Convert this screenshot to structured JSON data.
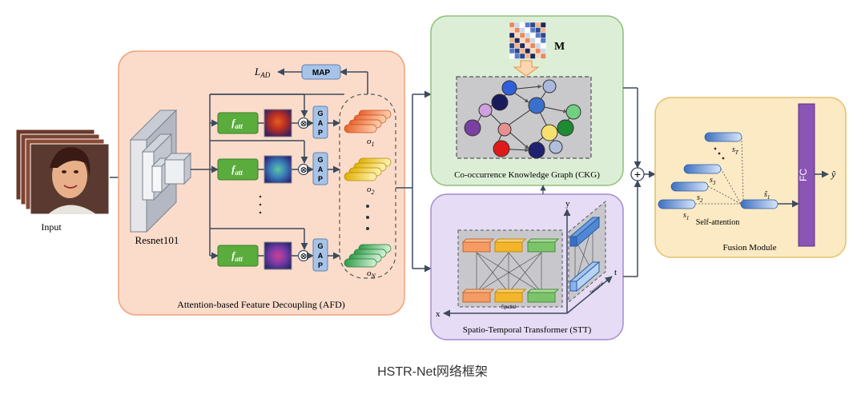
{
  "caption": "HSTR-Net网络框架",
  "input": {
    "label": "Input"
  },
  "backbone": {
    "label": "Resnet101"
  },
  "afd": {
    "title": "Attention-based Feature Decoupling (AFD)",
    "loss_label_main": "L",
    "loss_label_sub": "AD",
    "map_label": "MAP",
    "fatt_main": "f",
    "fatt_sub": "att",
    "gap_label": [
      "G",
      "A",
      "P"
    ],
    "otimes": "⊗",
    "o_labels": [
      {
        "main": "o",
        "sub": "1"
      },
      {
        "main": "o",
        "sub": "2"
      },
      {
        "main": "o",
        "sub": "N"
      }
    ]
  },
  "ckg": {
    "title": "Co-occurrence Knowledge Graph (CKG)",
    "matrix_label": "M"
  },
  "stt": {
    "title": "Spatio-Temporal Transformer (STT)",
    "spatial_label": "Spatial",
    "temporal_label": "Temporal",
    "axis_x": "x",
    "axis_y": "y",
    "axis_t": "t"
  },
  "fusion": {
    "title": "Fusion Module",
    "fc_label": "FC",
    "self_attention_label": "Self-attention",
    "output_label": "ŷ",
    "s_labels": [
      {
        "main": "s",
        "sub": "1"
      },
      {
        "main": "s",
        "sub": "2"
      },
      {
        "main": "s",
        "sub": "3"
      },
      {
        "main": "s",
        "sub": "T"
      }
    ],
    "s_tilde": {
      "main": "s̃",
      "sub": "1"
    },
    "plus": "+"
  },
  "colors": {
    "afd_bg": "#fbdccb",
    "afd_border": "#f0a27a",
    "ckg_bg": "#dcefd6",
    "ckg_border": "#8fbf7a",
    "stt_bg": "#e6dcf5",
    "stt_border": "#a48ccf",
    "fusion_bg": "#fbeac4",
    "fusion_border": "#e5c06a",
    "fatt_green": "#5aac3c",
    "fc_purple": "#8a55b5",
    "token_blue": "#6f9ad4",
    "map_blue": "#a7c4e8",
    "arrow": "#3c4a5c"
  }
}
